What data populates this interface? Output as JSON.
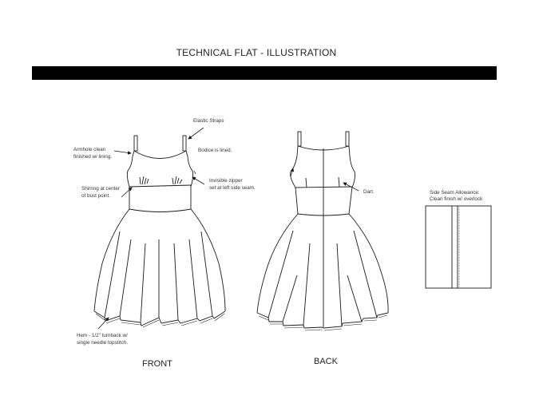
{
  "header": {
    "title": "TECHNICAL FLAT - ILLUSTRATION"
  },
  "front": {
    "label": "FRONT",
    "callouts": {
      "elastic_straps": "Elastic Straps",
      "armhole_line1": "Armhole clean",
      "armhole_line2": "finished w/ lining.",
      "bodice_lined": "Bodice is lined.",
      "zipper_line1": "Invisible zipper",
      "zipper_line2": "set at left side seam.",
      "shirring_line1": "Shirring at center",
      "shirring_line2": "of bust point.",
      "hem_line1": "Hem - 1/2\" turnback w/",
      "hem_line2": "single needle topstitch."
    }
  },
  "back": {
    "label": "BACK",
    "callouts": {
      "dart": "Dart."
    }
  },
  "detail": {
    "title_line1": "Side Seam Allowance:",
    "title_line2": "Clean finish w/ overlock"
  },
  "colors": {
    "line": "#1a1a1a",
    "bar": "#000000",
    "background": "#ffffff"
  }
}
